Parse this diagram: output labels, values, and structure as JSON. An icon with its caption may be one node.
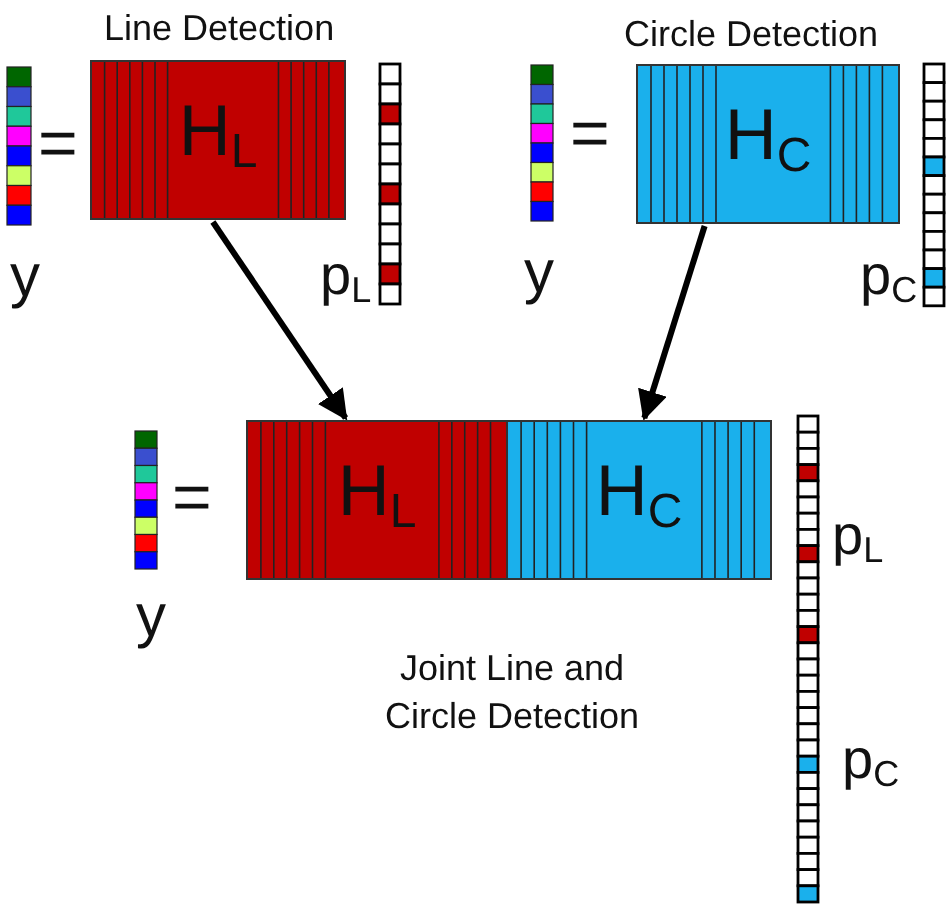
{
  "diagram": {
    "nodes": [
      {
        "text": [
          "H$_{L}$"
        ]
      },
      {
        "text": [
          "H$_{C}$"
        ]
      },
      {
        "text": [
          "H$_{L}$"
        ]
      },
      {
        "text": [
          "H$_{C}$"
        ]
      }
    ],
    "edges": [
      {
        "from": 0,
        "to": 2,
        "arrow": "to"
      },
      {
        "from": 1,
        "to": 3,
        "arrow": "to"
      }
    ],
    "labels": [
      "Line Detection",
      "=",
      "y",
      "p$_{L}$",
      "Circle Detection",
      "=",
      "y",
      "p$_{C}$",
      "=",
      "y",
      "p$_{L}$",
      "p$_{C}$",
      "Joint Line and Circle Detection"
    ]
  }
}
